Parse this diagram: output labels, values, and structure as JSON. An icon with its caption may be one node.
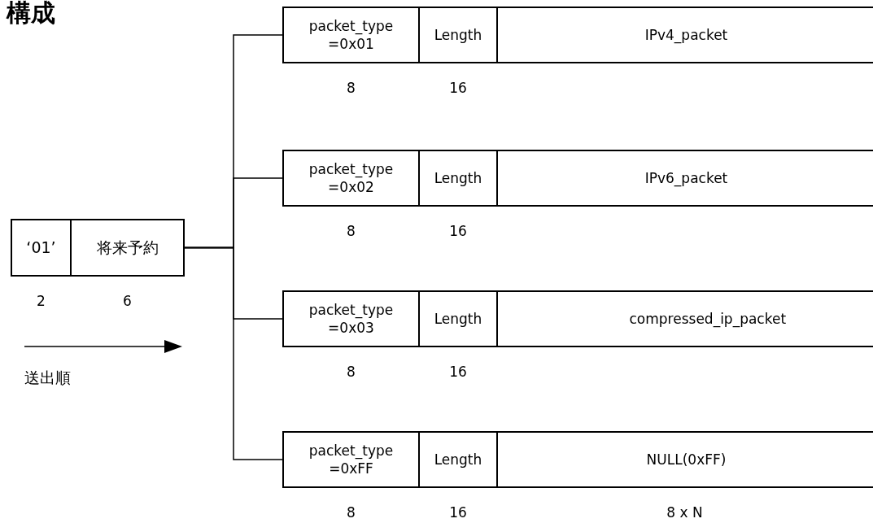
{
  "diagram": {
    "title": "構成",
    "nodes": [
      {
        "text": [
          "‘01’"
        ],
        "beside": [
          "2"
        ]
      },
      {
        "text": [
          "将来予約"
        ],
        "beside": [
          "6"
        ]
      },
      {
        "text": [
          "packet_type =0x01"
        ],
        "beside": [
          "8"
        ]
      },
      {
        "text": [
          "Length"
        ],
        "beside": [
          "16"
        ]
      },
      {
        "text": [
          "IPv4_packet"
        ]
      },
      {
        "text": [
          "packet_type =0x02"
        ],
        "beside": [
          "8"
        ]
      },
      {
        "text": [
          "Length"
        ],
        "beside": [
          "16"
        ]
      },
      {
        "text": [
          "IPv6_packet"
        ]
      },
      {
        "text": [
          "packet_type =0x03"
        ],
        "beside": [
          "8"
        ]
      },
      {
        "text": [
          "Length"
        ],
        "beside": [
          "16"
        ]
      },
      {
        "text": [
          "compressed_ip_packet"
        ]
      },
      {
        "text": [
          "packet_type =0xFF"
        ],
        "beside": [
          "8"
        ]
      },
      {
        "text": [
          "Length"
        ],
        "beside": [
          "16"
        ]
      },
      {
        "text": [
          "NULL(0xFF)"
        ],
        "beside": [
          "8 x N"
        ]
      }
    ],
    "edges": [
      {
        "from": 1,
        "to": 2,
        "arrow": "none"
      },
      {
        "from": 1,
        "to": 5,
        "arrow": "none"
      },
      {
        "from": 1,
        "to": 8,
        "arrow": "none"
      },
      {
        "from": 1,
        "to": 11,
        "arrow": "none"
      }
    ],
    "labels": [
      "送出順"
    ]
  }
}
